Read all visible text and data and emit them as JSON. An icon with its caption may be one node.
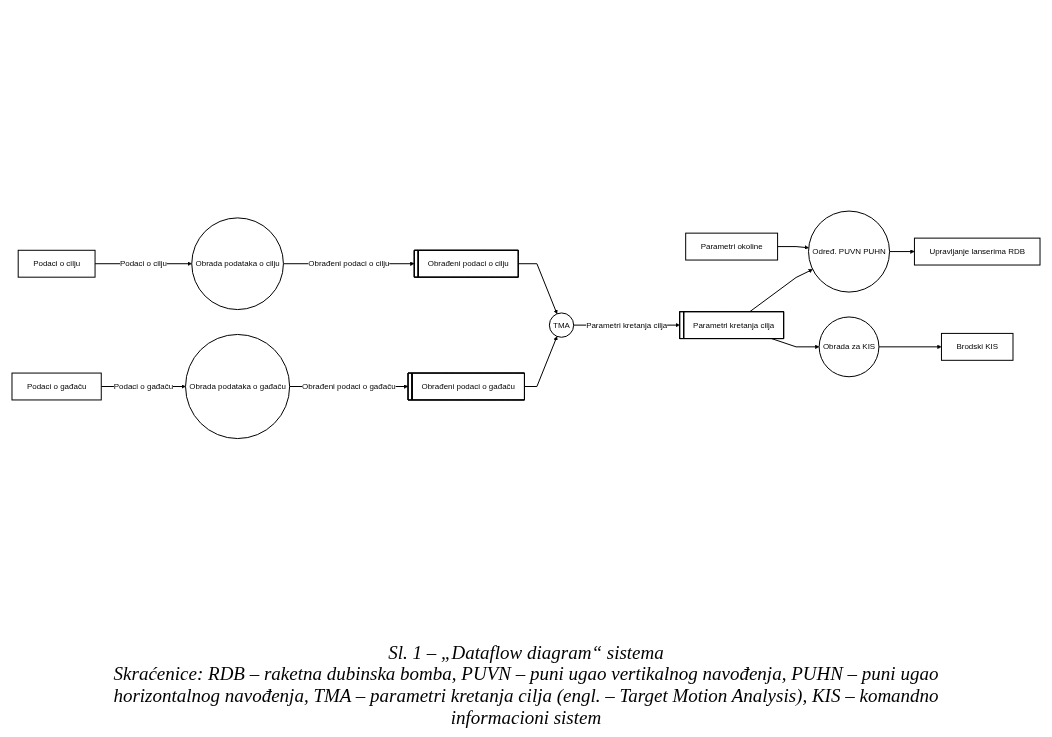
{
  "diagram": {
    "caption": "Sl. 1 – „Dataflow diagram“ sistema",
    "nodes": [
      {
        "text": [
          "Podaci o cilju"
        ]
      },
      {
        "text": [
          "Upravljanje lanserima RDB"
        ]
      },
      {
        "text": [
          "Određ. PUVN PUHN"
        ]
      },
      {
        "text": [
          "Parametri okoline"
        ]
      },
      {
        "text": [
          "Obrada podataka o cilju"
        ]
      },
      {
        "text": [
          "Obrađeni podaci o cilju"
        ]
      },
      {
        "text": [
          "TMA"
        ]
      },
      {
        "text": [
          "Parametri kretanja cilja"
        ]
      },
      {
        "text": [
          "Obrada podataka o gađaču"
        ]
      },
      {
        "text": [
          "Obrađeni podaci o gađaču"
        ]
      },
      {
        "text": [
          "Podaci o gađaču"
        ]
      },
      {
        "text": [
          "Brodski KIS"
        ]
      },
      {
        "text": [
          "Obrada za KIS"
        ]
      }
    ],
    "edges": [
      {
        "from": 0,
        "to": 4,
        "arrow": "to",
        "label": "Podaci o cilju"
      },
      {
        "from": 4,
        "to": 5,
        "arrow": "to",
        "label": "Obrađeni podaci o cilju"
      },
      {
        "from": 5,
        "to": 6,
        "arrow": "to"
      },
      {
        "from": 9,
        "to": 6,
        "arrow": "to"
      },
      {
        "from": 6,
        "to": 7,
        "arrow": "to",
        "label": "Parametri kretanja cilja"
      },
      {
        "from": 7,
        "to": 2,
        "arrow": "to"
      },
      {
        "from": 2,
        "to": 1,
        "arrow": "to"
      },
      {
        "from": 3,
        "to": 2,
        "arrow": "to"
      },
      {
        "from": 8,
        "to": 9,
        "arrow": "to",
        "label": "Obrađeni podaci o gađaču"
      },
      {
        "from": 10,
        "to": 8,
        "arrow": "to",
        "label": "Podaci o gađaču"
      },
      {
        "from": 7,
        "to": 12,
        "arrow": "to"
      },
      {
        "from": 12,
        "to": 11,
        "arrow": "to"
      }
    ],
    "labels": [
      "Skraćenice: RDB – raketna dubinska bomba, PUVN – puni ugao vertikalnog navođenja, PUHN – puni ugao horizontalnog navođenja, TMA – parametri kretanja cilja (engl. – Target Motion Analysis), KIS – komandno informacioni sistem"
    ]
  }
}
